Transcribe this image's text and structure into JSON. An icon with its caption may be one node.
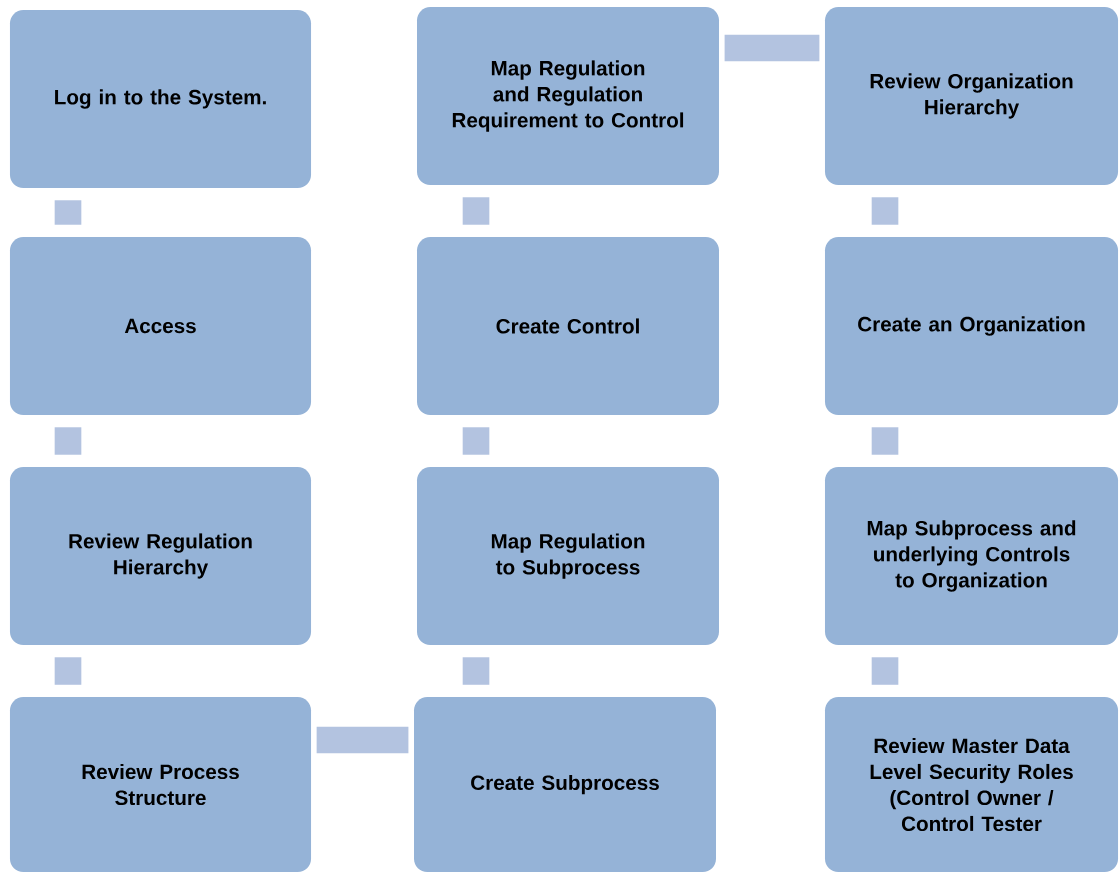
{
  "diagram": {
    "nodes": [
      {
        "text": [
          "Log in to the System."
        ]
      },
      {
        "text": [
          "Access"
        ]
      },
      {
        "text": [
          "Review Regulation Hierarchy"
        ]
      },
      {
        "text": [
          "Review Process Structure"
        ]
      },
      {
        "text": [
          "Map Regulation and Regulation Requirement to Control"
        ]
      },
      {
        "text": [
          "Create Control"
        ]
      },
      {
        "text": [
          "Map Regulation to Subprocess"
        ]
      },
      {
        "text": [
          "Create Subprocess"
        ]
      },
      {
        "text": [
          "Review Organization Hierarchy"
        ]
      },
      {
        "text": [
          "Create an Organization"
        ]
      },
      {
        "text": [
          "Map Subprocess and underlying Controls to Organization"
        ]
      },
      {
        "text": [
          "Review Master Data Level Security Roles (Control Owner / Control Tester"
        ]
      }
    ],
    "edges": [
      {
        "from": 0,
        "to": 1,
        "arrow": "none"
      },
      {
        "from": 1,
        "to": 2,
        "arrow": "none"
      },
      {
        "from": 2,
        "to": 3,
        "arrow": "none"
      },
      {
        "from": 3,
        "to": 7,
        "arrow": "none"
      },
      {
        "from": 7,
        "to": 6,
        "arrow": "none"
      },
      {
        "from": 6,
        "to": 5,
        "arrow": "none"
      },
      {
        "from": 5,
        "to": 4,
        "arrow": "none"
      },
      {
        "from": 4,
        "to": 8,
        "arrow": "none"
      },
      {
        "from": 8,
        "to": 9,
        "arrow": "none"
      },
      {
        "from": 9,
        "to": 10,
        "arrow": "none"
      },
      {
        "from": 10,
        "to": 11,
        "arrow": "none"
      }
    ]
  }
}
